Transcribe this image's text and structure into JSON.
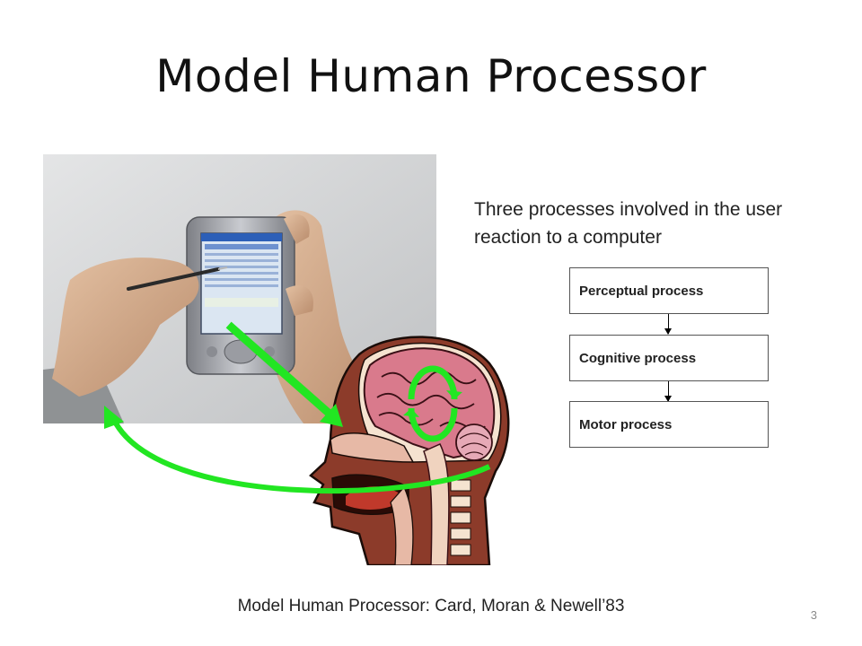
{
  "slide": {
    "title": "Model Human Processor",
    "subtitle": "Three processes involved in the user reaction to a computer",
    "processes": [
      {
        "label": "Perceptual process"
      },
      {
        "label": "Cognitive  process"
      },
      {
        "label": "Motor process"
      }
    ],
    "caption": "Model Human Processor: Card, Moran & Newell’83",
    "page_number": "3"
  },
  "colors": {
    "arrow_green": "#22e622",
    "box_border": "#555555",
    "brain_pink": "#d97a8c",
    "skin_brown": "#8c3b2a"
  }
}
